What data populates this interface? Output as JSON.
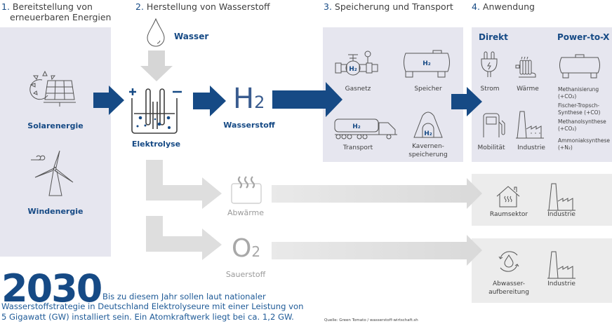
{
  "sections": [
    {
      "num": "1.",
      "title_line1": "Bereitstellung von",
      "title_line2": "erneuerbaren Energien"
    },
    {
      "num": "2.",
      "title": "Herstellung von Wasserstoff"
    },
    {
      "num": "3.",
      "title": "Speicherung und Transport"
    },
    {
      "num": "4.",
      "title": "Anwendung"
    }
  ],
  "sources": {
    "solar": "Solarenergie",
    "wind": "Windenergie"
  },
  "production": {
    "input": "Wasser",
    "process": "Elektrolyse",
    "product_symbol": "H",
    "product_sub": "2",
    "product": "Wasserstoff",
    "byproduct_heat": "Abwärme",
    "byproduct_o2_symbol": "O",
    "byproduct_o2_sub": "2",
    "byproduct_o2": "Sauerstoff"
  },
  "storage": {
    "h2_badge": "H₂",
    "items": [
      "Gasnetz",
      "Speicher",
      "Transport"
    ],
    "cavern_line1": "Kavernen-",
    "cavern_line2": "speicherung"
  },
  "application": {
    "direct_title": "Direkt",
    "ptx_title": "Power-to-X",
    "direct_items": [
      "Strom",
      "Wärme",
      "Mobilität",
      "Industrie"
    ],
    "ptx_items": [
      {
        "line1": "Methanisierung",
        "line2": "(+CO₂)"
      },
      {
        "line1": "Fischer-Tropsch-",
        "line2": "Synthese (+CO)"
      },
      {
        "line1": "Methanolsynthese",
        "line2": "(+CO₂)"
      },
      {
        "line1": "Ammoniaksynthese",
        "line2": "(+N₂)"
      }
    ],
    "heat_items": [
      "Raumsektor",
      "Industrie"
    ],
    "oxygen_items": {
      "water_line1": "Abwasser-",
      "water_line2": "aufbereitung",
      "industry": "Industrie"
    }
  },
  "footer": {
    "year": "2030",
    "note_line1": "Bis zu diesem Jahr sollen laut nationaler",
    "note_line2": "Wasserstoffstrategie in Deutschland Elektrolyseure mit einer Leistung von",
    "note_line3": "5 Gigawatt (GW) installiert sein. Ein Atomkraftwerk liegt bei ca. 1,2 GW.",
    "source": "Quelle: Green Tomato / wasserstoff-wirtschaft.sh"
  },
  "colors": {
    "brand_blue": "#164a85",
    "panel_lilac": "#e6e6ef",
    "panel_gray": "#ececec",
    "arrow_gray": "#dcdcdc"
  }
}
